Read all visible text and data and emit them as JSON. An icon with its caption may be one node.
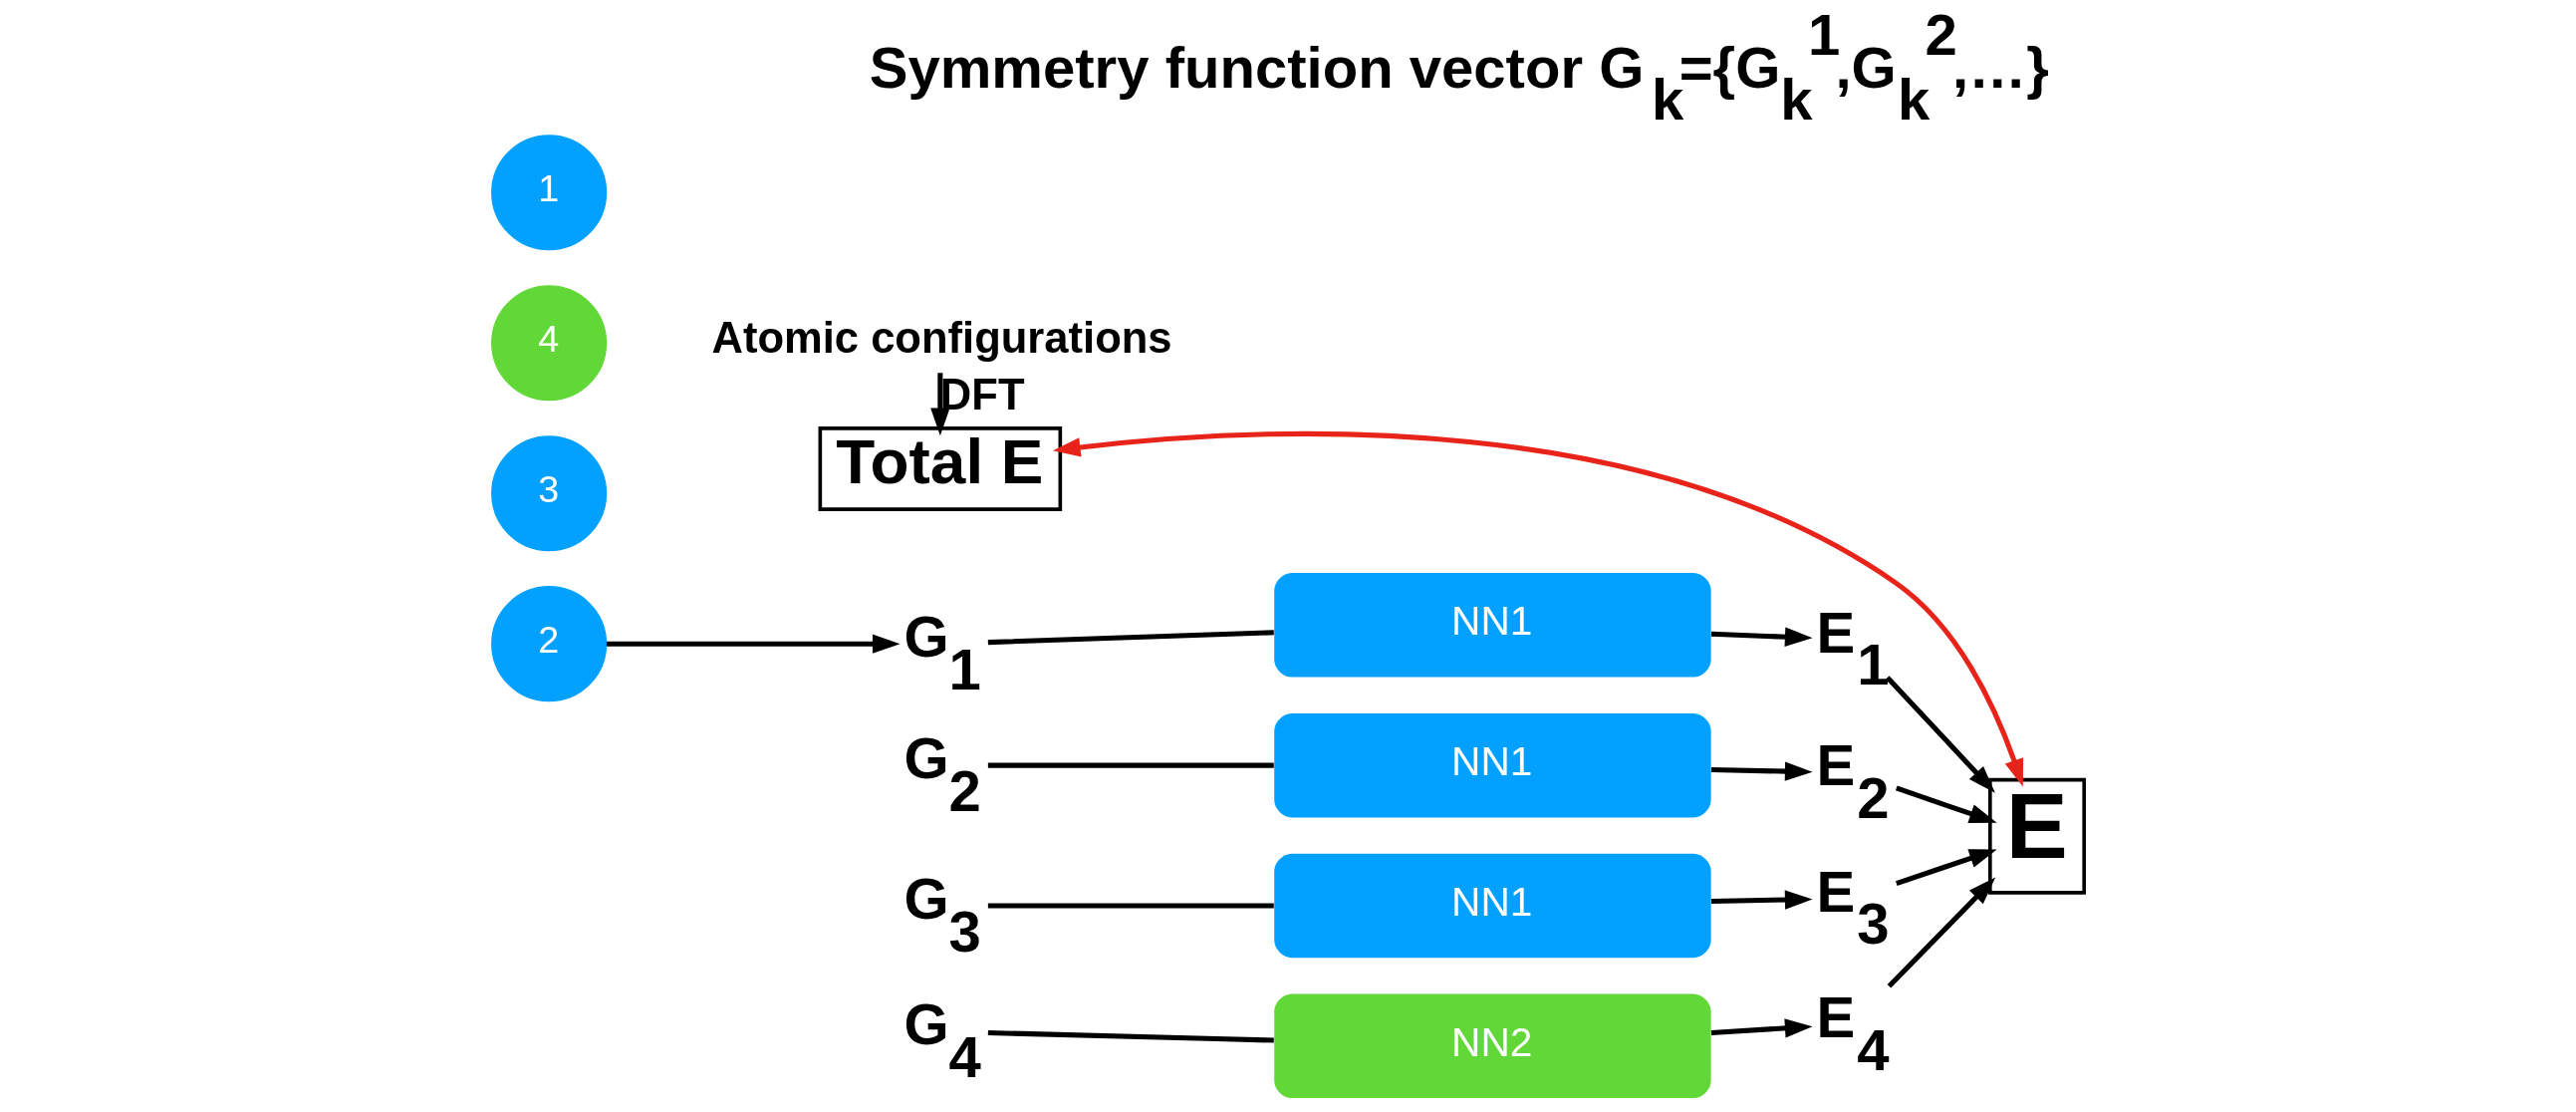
{
  "diagram": {
    "title": "Symmetry function vector G$_{k}$={G$_{k}$$^{1}$,G$_{k}$$^{2}$,…}",
    "nodes": [
      {
        "text": [
          "1"
        ]
      },
      {
        "text": [
          "2"
        ]
      },
      {
        "text": [
          "4"
        ]
      },
      {
        "text": [
          "3"
        ]
      },
      {
        "text": [
          "Atomic configurations"
        ]
      },
      {
        "text": [
          "Total E"
        ]
      },
      {
        "text": [
          "G$_{1}$"
        ]
      },
      {
        "text": [
          "G$_{2}$"
        ]
      },
      {
        "text": [
          "G$_{3}$"
        ]
      },
      {
        "text": [
          "G$_{4}$"
        ]
      },
      {
        "text": [
          "NN1"
        ]
      },
      {
        "text": [
          "NN1"
        ]
      },
      {
        "text": [
          "NN1"
        ]
      },
      {
        "text": [
          "NN2"
        ]
      },
      {
        "text": [
          "E$_{1}$"
        ]
      },
      {
        "text": [
          "E$_{2}$"
        ]
      },
      {
        "text": [
          "E$_{3}$"
        ]
      },
      {
        "text": [
          "E$_{4}$"
        ]
      },
      {
        "text": [
          "E"
        ]
      }
    ],
    "edges": [
      {
        "from": 1,
        "to": 6,
        "arrow": "to"
      },
      {
        "from": 4,
        "to": 5,
        "arrow": "to",
        "label": "DFT"
      },
      {
        "from": 6,
        "to": 10,
        "arrow": "none"
      },
      {
        "from": 7,
        "to": 11,
        "arrow": "none"
      },
      {
        "from": 8,
        "to": 12,
        "arrow": "none"
      },
      {
        "from": 9,
        "to": 13,
        "arrow": "none"
      },
      {
        "from": 10,
        "to": 14,
        "arrow": "to"
      },
      {
        "from": 11,
        "to": 15,
        "arrow": "to"
      },
      {
        "from": 12,
        "to": 16,
        "arrow": "to"
      },
      {
        "from": 13,
        "to": 17,
        "arrow": "to"
      },
      {
        "from": 14,
        "to": 18,
        "arrow": "to"
      },
      {
        "from": 15,
        "to": 18,
        "arrow": "to"
      },
      {
        "from": 16,
        "to": 18,
        "arrow": "to"
      },
      {
        "from": 17,
        "to": 18,
        "arrow": "to"
      },
      {
        "from": 18,
        "to": 5,
        "arrow": "both",
        "color": "#e8231a"
      }
    ]
  }
}
